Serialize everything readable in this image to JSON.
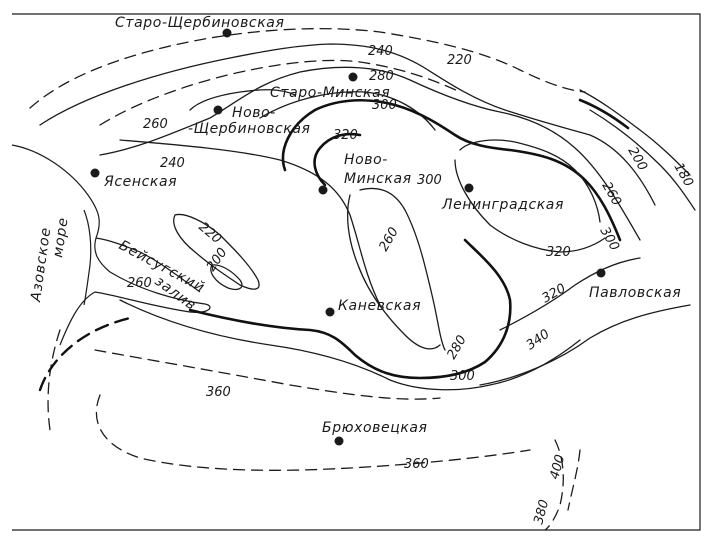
{
  "settlements": [
    {
      "id": "staro-shcherbinovskaya",
      "name": "Старо-Щербиновская"
    },
    {
      "id": "staro-minskaya",
      "name": "Старо-Минская"
    },
    {
      "id": "novo-shcherbinovskaya-1",
      "name": "Ново-"
    },
    {
      "id": "novo-shcherbinovskaya-2",
      "name": "-Щербиновская"
    },
    {
      "id": "yasenskaya",
      "name": "Ясенская"
    },
    {
      "id": "novo-minskaya-1",
      "name": "Ново-"
    },
    {
      "id": "novo-minskaya-2",
      "name": "Минская"
    },
    {
      "id": "leningradskaya",
      "name": "Ленинградская"
    },
    {
      "id": "kanevskaya",
      "name": "Каневская"
    },
    {
      "id": "pavlovskaya",
      "name": "Павловская"
    },
    {
      "id": "bryukhovetskaya",
      "name": "Брюховецкая"
    }
  ],
  "water_labels": {
    "azov_1": "Азовское",
    "azov_2": "море",
    "bay_1": "Бейсугский",
    "bay_2": "залив"
  },
  "isoline_labels": [
    "240",
    "220",
    "280",
    "300",
    "260",
    "320",
    "240",
    "300",
    "220",
    "200",
    "260",
    "200",
    "260",
    "180",
    "300",
    "260",
    "320",
    "320",
    "280",
    "340",
    "300",
    "360",
    "360",
    "400",
    "380"
  ]
}
